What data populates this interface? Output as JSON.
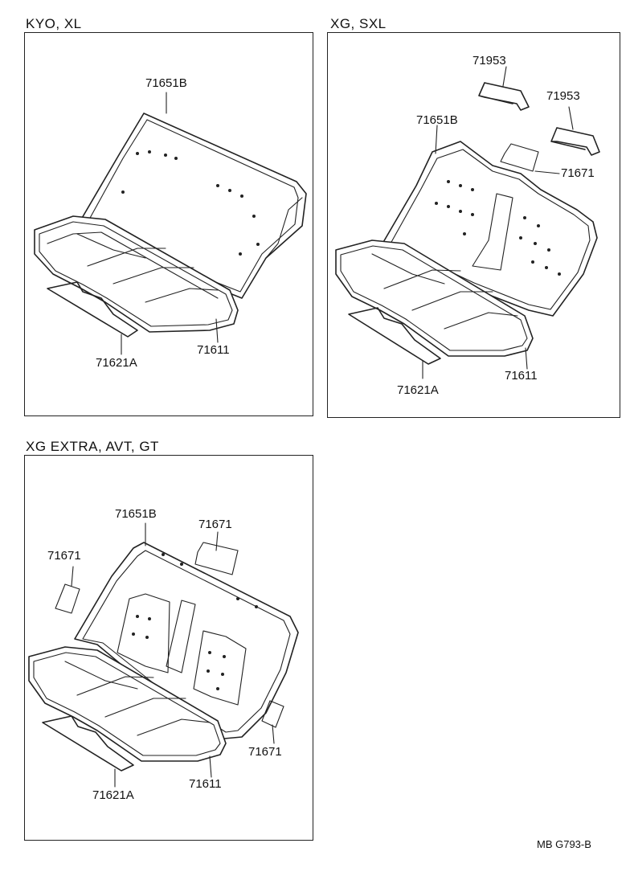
{
  "panels": [
    {
      "title": "KYO, XL",
      "labels": {
        "backrest_cover": "71651B",
        "cushion_cover": "71611",
        "pad": "71621A"
      }
    },
    {
      "title": "XG, SXL",
      "labels": {
        "backrest_cover": "71651B",
        "headrest_cover_1": "71953",
        "headrest_cover_2": "71953",
        "armrest_cover": "71671",
        "cushion_cover": "71611",
        "pad": "71621A"
      }
    },
    {
      "title": "XG  EXTRA, AVT, GT",
      "labels": {
        "backrest_cover": "71651B",
        "armrest_cover_top": "71671",
        "armrest_cover_left": "71671",
        "armrest_cover_right": "71671",
        "cushion_cover": "71611",
        "pad": "71621A"
      }
    }
  ],
  "footer": {
    "code": "MB  G793-B"
  }
}
